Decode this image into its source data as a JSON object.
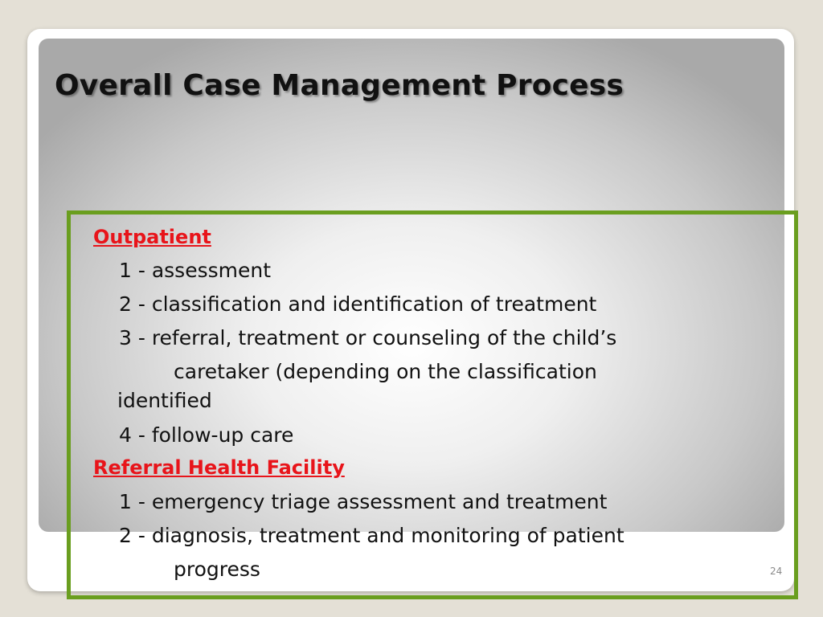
{
  "slide": {
    "title": "Overall Case Management Process",
    "page_number": "24"
  },
  "sections": {
    "outpatient": {
      "heading": "Outpatient",
      "items": [
        "1 - assessment",
        "2 - classification and identification of treatment",
        "3 - referral, treatment or counseling of the child’s",
        "caretaker (depending on the classification",
        "identified",
        "4 - follow-up care"
      ]
    },
    "referral": {
      "heading": "Referral Health Facility",
      "items": [
        "1 - emergency triage assessment and treatment",
        "2 - diagnosis, treatment and monitoring of patient",
        "progress"
      ]
    }
  },
  "colors": {
    "heading_red": "#e8141a",
    "frame_green": "#6a9e1f"
  }
}
